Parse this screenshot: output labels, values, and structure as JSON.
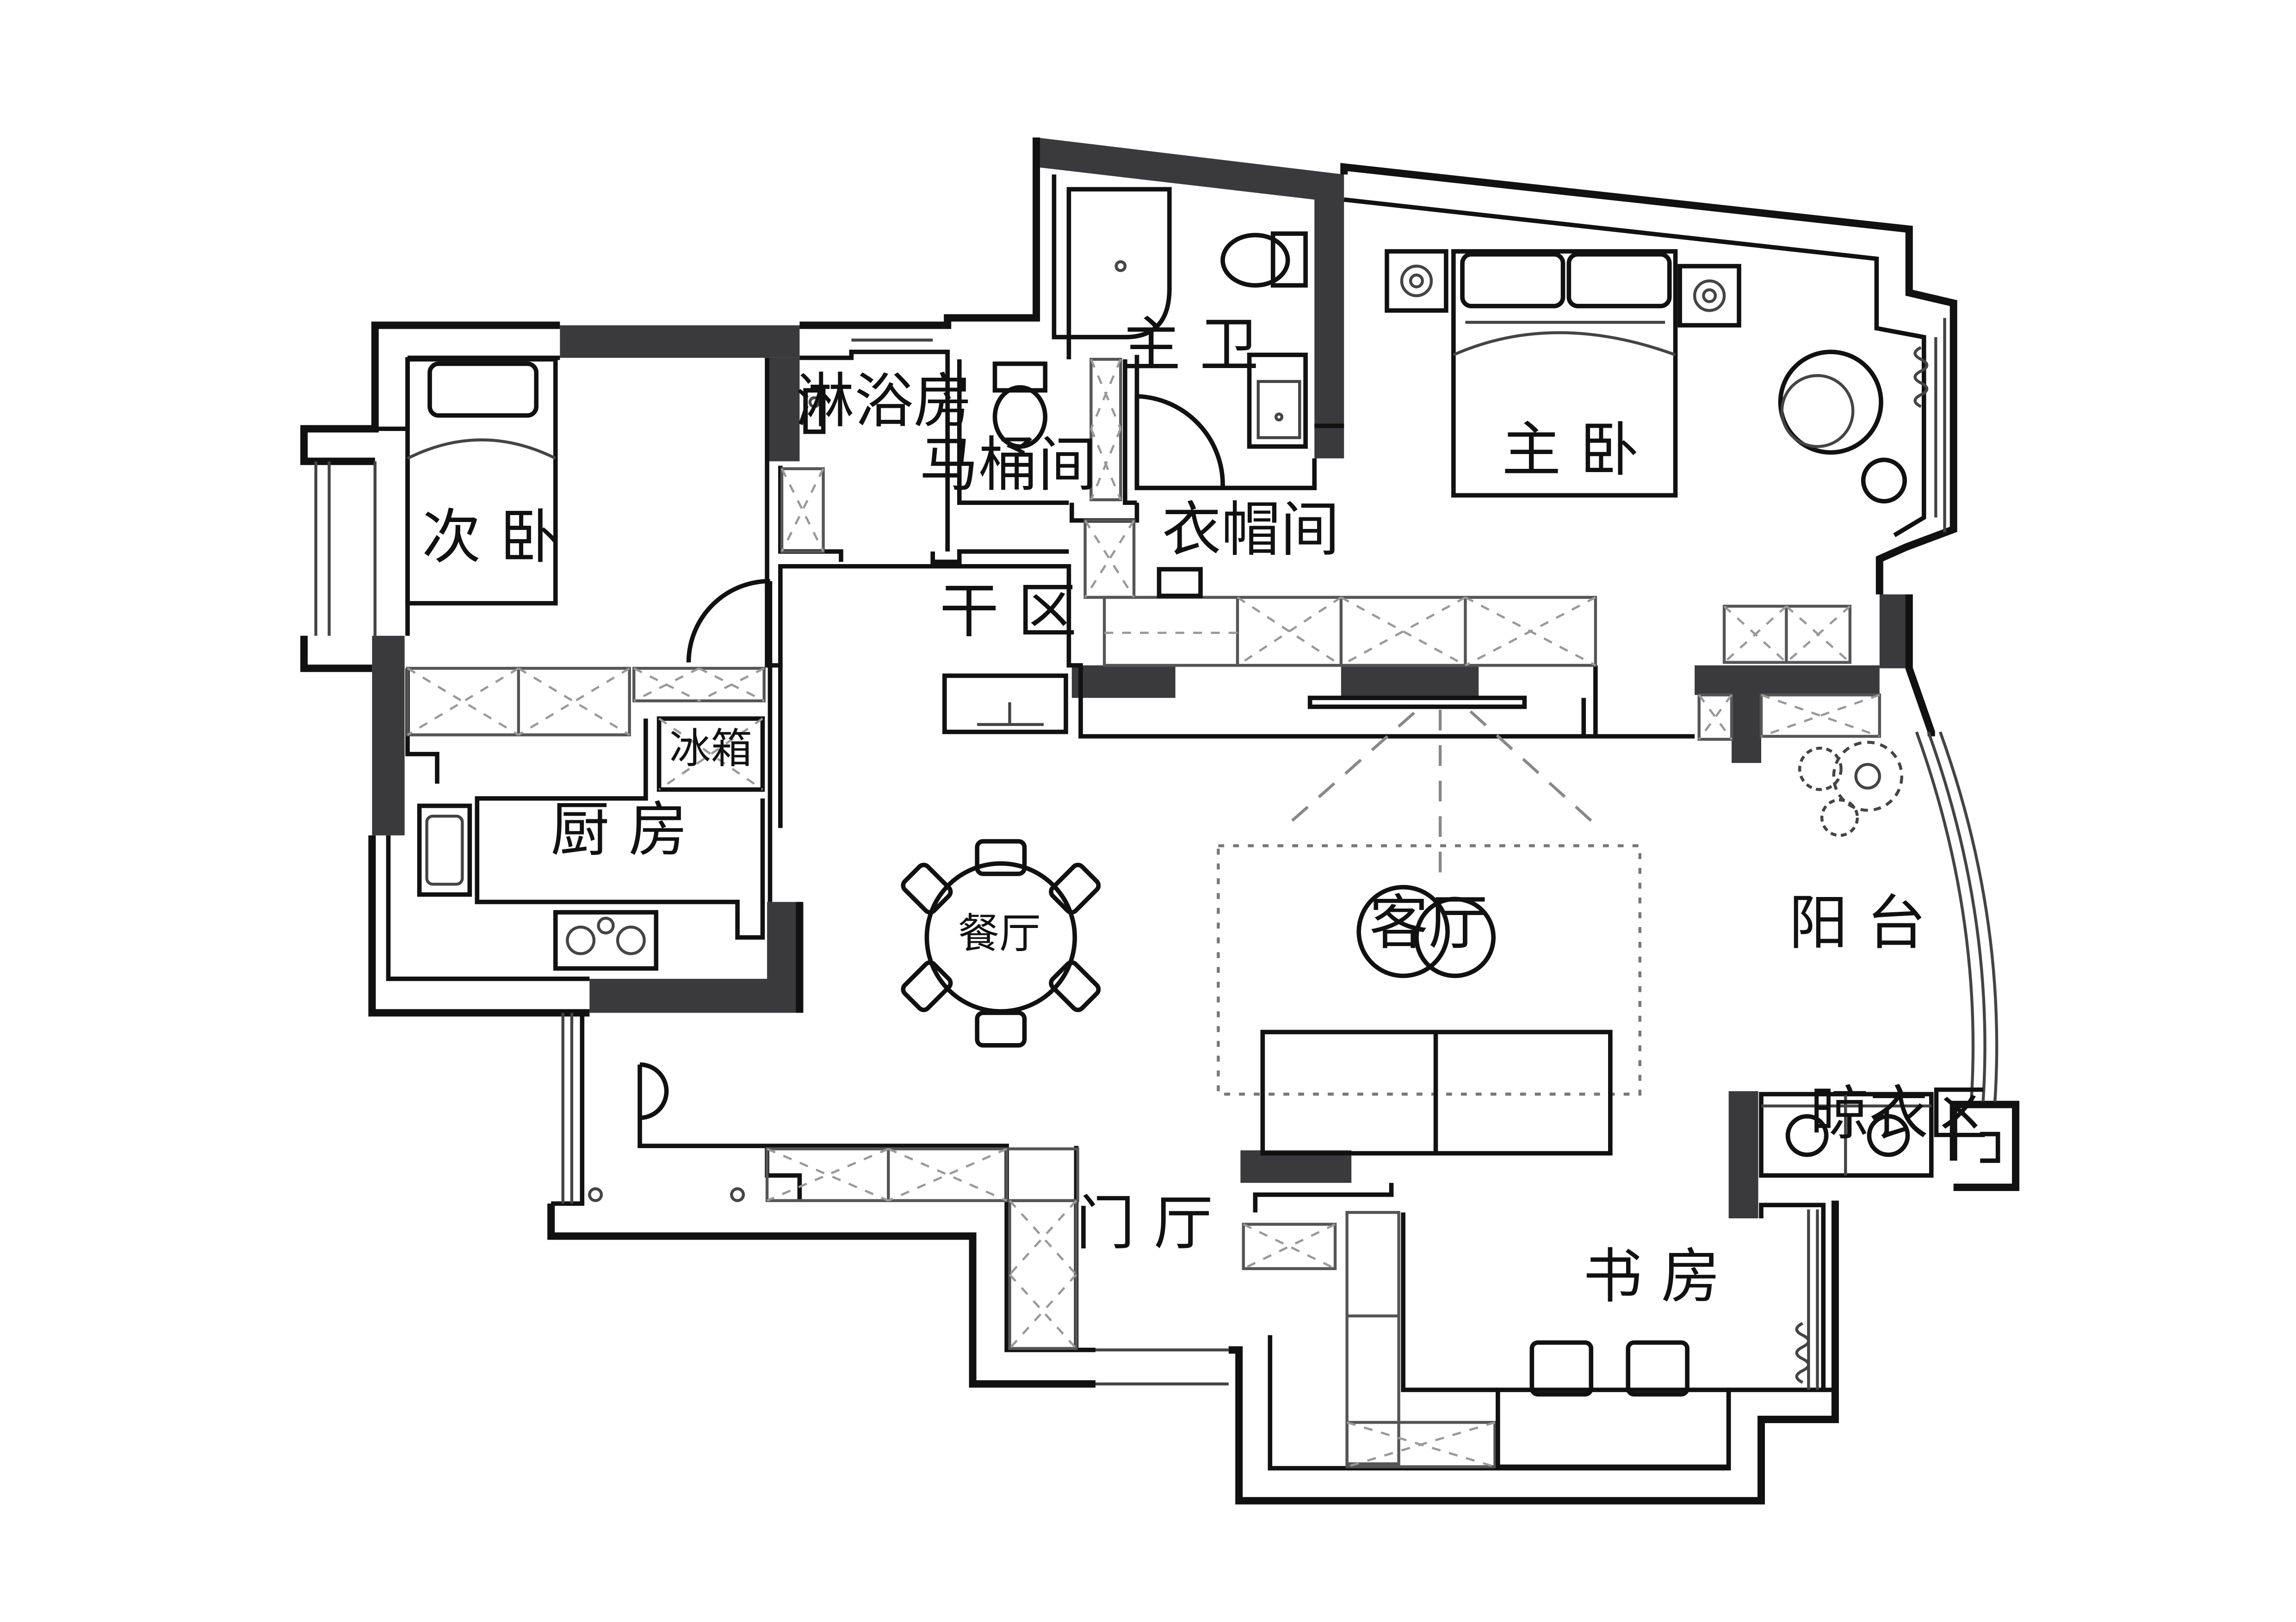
{
  "rooms": {
    "master_bath": "主 卫",
    "shower": "淋浴房",
    "toilet_room": "马桶间",
    "master_bedroom": "主 卧",
    "wardrobe": "衣帽间",
    "second_bedroom": "次 卧",
    "dry_area": "干 区",
    "fridge": "冰箱",
    "kitchen": "厨 房",
    "dining": "餐厅",
    "living": "客厅",
    "balcony": "阳 台",
    "laundry": "晾衣区",
    "entrance": "门 厅",
    "study": "书 房"
  },
  "colors": {
    "wall_fill": "#3a3a3c",
    "line": "#111111",
    "background": "#ffffff"
  }
}
